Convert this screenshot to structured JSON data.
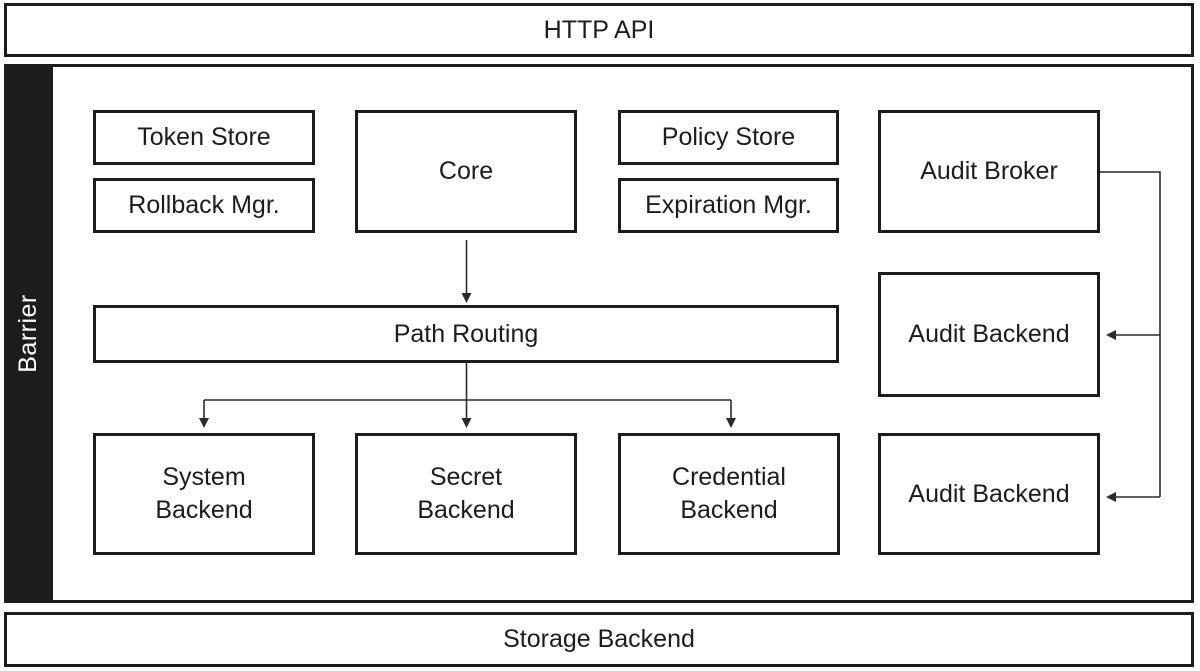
{
  "diagram_type": "architecture-diagram",
  "nodes": {
    "http_api": {
      "label": "HTTP API"
    },
    "barrier": {
      "label": "Barrier"
    },
    "token_store": {
      "label": "Token Store"
    },
    "rollback_mgr": {
      "label": "Rollback Mgr."
    },
    "core": {
      "label": "Core"
    },
    "policy_store": {
      "label": "Policy Store"
    },
    "expiration_mgr": {
      "label": "Expiration Mgr."
    },
    "audit_broker": {
      "label": "Audit Broker"
    },
    "path_routing": {
      "label": "Path Routing"
    },
    "audit_backend_top": {
      "label": "Audit Backend"
    },
    "system_backend": {
      "label": "System Backend"
    },
    "secret_backend": {
      "label": "Secret Backend"
    },
    "credential_backend": {
      "label": "Credential Backend"
    },
    "audit_backend_bottom": {
      "label": "Audit Backend"
    },
    "storage_backend": {
      "label": "Storage Backend"
    }
  },
  "edges": [
    {
      "from": "core",
      "to": "path_routing",
      "style": "arrow-down"
    },
    {
      "from": "path_routing",
      "to": "system_backend",
      "style": "arrow-down"
    },
    {
      "from": "path_routing",
      "to": "secret_backend",
      "style": "arrow-down"
    },
    {
      "from": "path_routing",
      "to": "credential_backend",
      "style": "arrow-down"
    },
    {
      "from": "audit_broker",
      "to": "audit_backend_top",
      "style": "arrow-left"
    },
    {
      "from": "audit_broker",
      "to": "audit_backend_bottom",
      "style": "arrow-left"
    }
  ],
  "colors": {
    "background": "#ffffff",
    "border": "#1c1c1c",
    "text": "#1c1c1c",
    "barrier_bg": "#1c1c1c",
    "barrier_text": "#ffffff",
    "arrow": "#2b2b2b"
  }
}
